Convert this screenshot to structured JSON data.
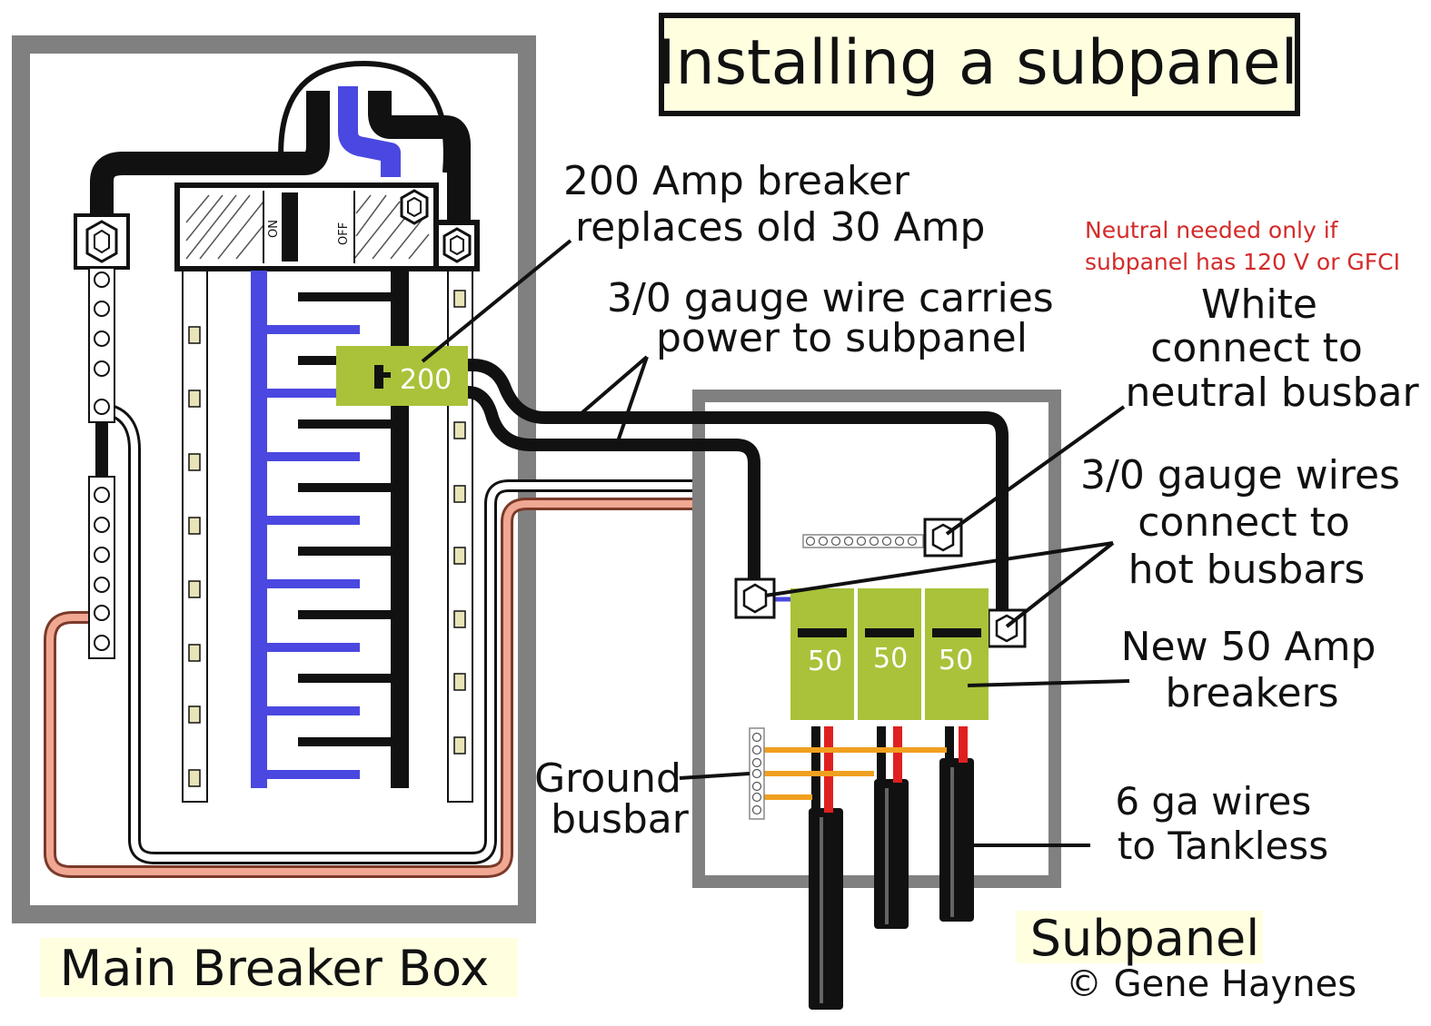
{
  "title": "Installing a subpanel",
  "labels": {
    "breaker_line1": "200 Amp breaker",
    "breaker_line2": "replaces old 30 Amp",
    "wire_line1": "3/0 gauge wire carries",
    "wire_line2": "power to subpanel",
    "neutral_note_line1": "Neutral needed only if",
    "neutral_note_line2": "subpanel has 120 V or GFCI",
    "white_line1": "White",
    "white_line2": "connect to",
    "white_line3": "neutral busbar",
    "hot_line1": "3/0 gauge wires",
    "hot_line2": "connect to",
    "hot_line3": "hot busbars",
    "new_breakers_line1": "New 50 Amp",
    "new_breakers_line2": "breakers",
    "ground_line1": "Ground",
    "ground_line2": "busbar",
    "tankless_line1": "6 ga wires",
    "tankless_line2": "to Tankless",
    "main_box": "Main Breaker Box",
    "subpanel": "Subpanel",
    "copyright": "© Gene Haynes"
  },
  "main_breaker": {
    "on": "ON",
    "off": "OFF"
  },
  "breaker_200": "200",
  "breakers_50": [
    "50",
    "50",
    "50"
  ],
  "colors": {
    "hot_wire": "#111111",
    "neutral_wire": "#ffffff",
    "ground_wire": "#f0a893",
    "bus_blue": "#4a48e0",
    "breaker_green": "#a9c23a",
    "label_bg": "#ffffe0",
    "note_red": "#d42a2a",
    "box_gray": "#808080"
  }
}
